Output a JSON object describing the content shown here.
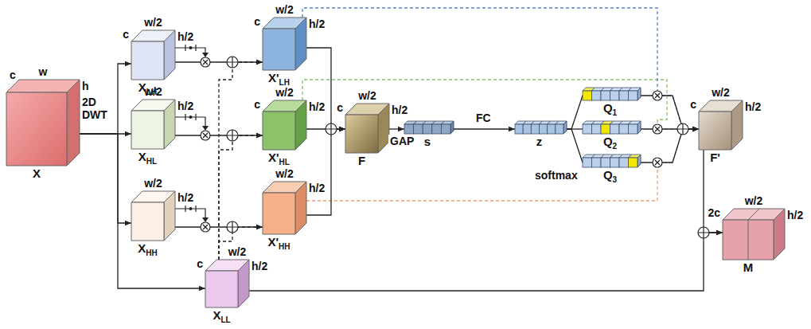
{
  "diagram": {
    "nodes": [
      {
        "text": [
          "c",
          "w",
          "h",
          "X"
        ]
      },
      {
        "text": [
          "c",
          "w/2",
          "h/2",
          "X",
          "LH"
        ]
      },
      {
        "text": [
          "w/2",
          "h/2",
          "X",
          "HL"
        ]
      },
      {
        "text": [
          "w/2",
          "h/2",
          "X",
          "HH"
        ]
      },
      {
        "text": [
          "c",
          "w/2",
          "h/2",
          "X",
          "LL"
        ]
      },
      {
        "text": [
          "c",
          "w/2",
          "h/2",
          "X'",
          "LH"
        ]
      },
      {
        "text": [
          "c",
          "w/2",
          "h/2",
          "X'",
          "HL"
        ]
      },
      {
        "text": [
          "w/2",
          "h/2",
          "X'",
          "HH"
        ]
      },
      {
        "text": [
          "c",
          "w/2",
          "h/2",
          "F"
        ]
      },
      {
        "text": [
          "s"
        ]
      },
      {
        "text": [
          "z"
        ]
      },
      {
        "text": [
          "Q",
          "1"
        ]
      },
      {
        "text": [
          "Q",
          "2"
        ]
      },
      {
        "text": [
          "Q",
          "3"
        ]
      },
      {
        "text": [
          "c",
          "w/2",
          "h/2",
          "F'"
        ]
      },
      {
        "text": [
          "2c",
          "w/2",
          "h/2",
          "M"
        ]
      }
    ],
    "edges": [
      {
        "from": 0,
        "to": 1,
        "arrow": "to"
      },
      {
        "from": 0,
        "to": 2,
        "arrow": "to"
      },
      {
        "from": 0,
        "to": 3,
        "arrow": "to"
      },
      {
        "from": 0,
        "to": 4,
        "arrow": "to"
      },
      {
        "from": 1,
        "to": 5,
        "arrow": "to"
      },
      {
        "from": 2,
        "to": 6,
        "arrow": "to"
      },
      {
        "from": 3,
        "to": 7,
        "arrow": "to"
      },
      {
        "from": 4,
        "to": 5,
        "arrow": "to"
      },
      {
        "from": 4,
        "to": 6,
        "arrow": "to"
      },
      {
        "from": 4,
        "to": 7,
        "arrow": "to"
      },
      {
        "from": 5,
        "to": 8,
        "arrow": "to"
      },
      {
        "from": 6,
        "to": 8,
        "arrow": "to"
      },
      {
        "from": 7,
        "to": 8,
        "arrow": "to"
      },
      {
        "from": 8,
        "to": 9,
        "label": "GAP",
        "arrow": "to"
      },
      {
        "from": 9,
        "to": 10,
        "label": "FC",
        "arrow": "to"
      },
      {
        "from": 10,
        "to": 11,
        "arrow": "none"
      },
      {
        "from": 10,
        "to": 12,
        "arrow": "none"
      },
      {
        "from": 10,
        "to": 13,
        "arrow": "none"
      },
      {
        "from": 11,
        "to": 14,
        "arrow": "to"
      },
      {
        "from": 12,
        "to": 14,
        "arrow": "to"
      },
      {
        "from": 13,
        "to": 14,
        "arrow": "to"
      },
      {
        "from": 5,
        "to": 14,
        "arrow": "to"
      },
      {
        "from": 6,
        "to": 14,
        "arrow": "to"
      },
      {
        "from": 7,
        "to": 14,
        "arrow": "to"
      },
      {
        "from": 14,
        "to": 15,
        "arrow": "to"
      },
      {
        "from": 4,
        "to": 15,
        "arrow": "to"
      }
    ],
    "labels": [
      "2D DWT",
      "softmax"
    ]
  }
}
